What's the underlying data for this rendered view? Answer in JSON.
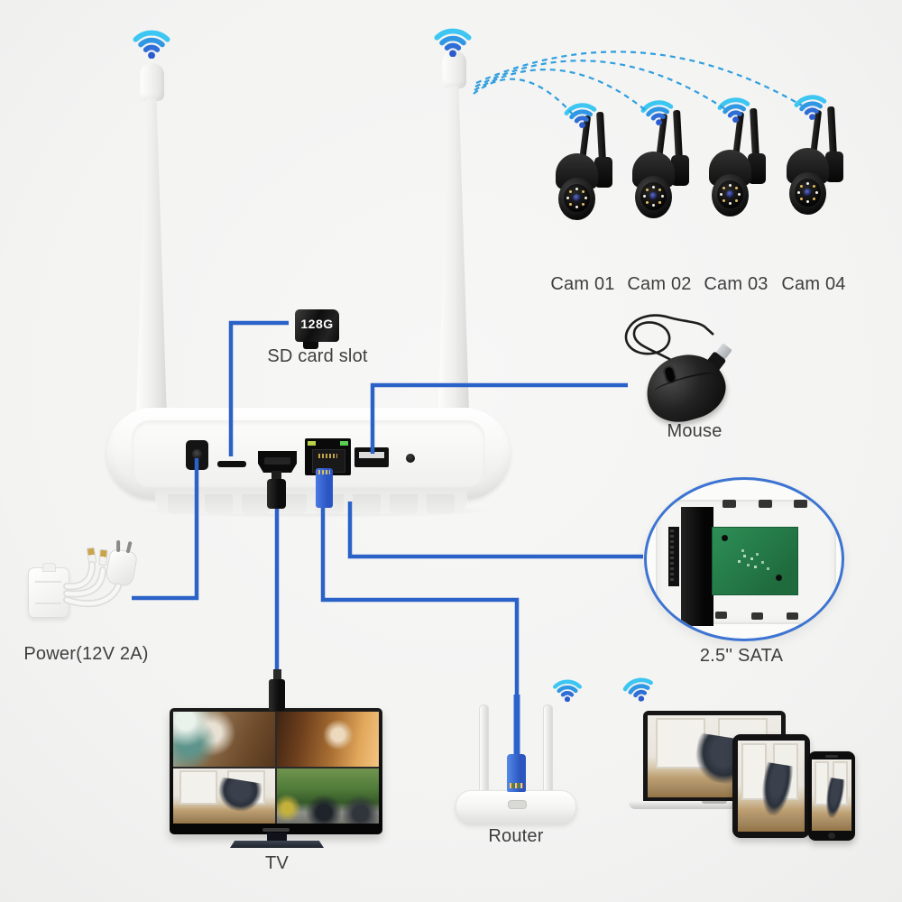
{
  "labels": {
    "sd_capacity": "128G",
    "sd_card": "SD card slot",
    "mouse": "Mouse",
    "sata": "2.5'' SATA",
    "power": "Power(12V 2A)",
    "tv": "TV",
    "router": "Router"
  },
  "cameras": [
    {
      "label": "Cam 01"
    },
    {
      "label": "Cam 02"
    },
    {
      "label": "Cam 03"
    },
    {
      "label": "Cam 04"
    }
  ],
  "icons": {
    "wifi": "wifi-icon"
  },
  "colors": {
    "connector_line": "#2b62c8",
    "wifi_dash_arc": "#2f9fdf",
    "wifi_arc_outer": "#3cc6f1",
    "wifi_arc_mid": "#2f97e3",
    "wifi_arc_inner": "#2e6ed6",
    "wifi_dot": "#2b5bce",
    "background": "#f4f4f3",
    "pcb_green": "#27804a",
    "sata_ring": "#3d74d2",
    "label_text": "#3e3e3e"
  }
}
